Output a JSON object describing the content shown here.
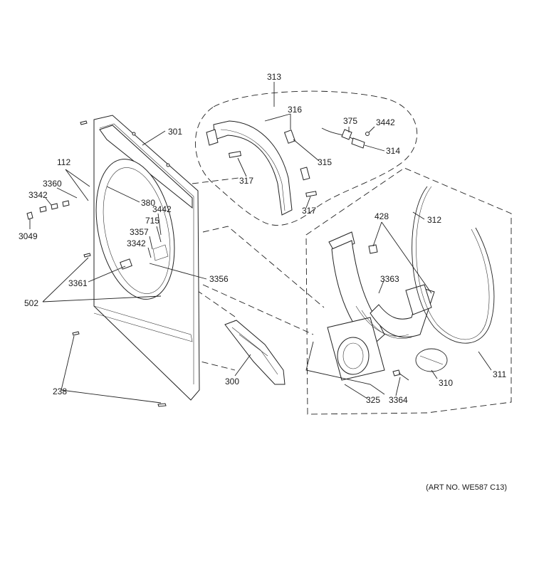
{
  "diagram": {
    "art_number": "(ART NO. WE587 C13)",
    "callouts": {
      "c313": "313",
      "c316": "316",
      "c375": "375",
      "c3442a": "3442",
      "c314": "314",
      "c315": "315",
      "c317a": "317",
      "c317b": "317",
      "c301": "301",
      "c112": "112",
      "c3360": "3360",
      "c3342a": "3342",
      "c3049": "3049",
      "c380": "380",
      "c3442b": "3442",
      "c715": "715",
      "c3357": "3357",
      "c3342b": "3342",
      "c3356": "3356",
      "c3361": "3361",
      "c502": "502",
      "c238": "238",
      "c300": "300",
      "c428": "428",
      "c312": "312",
      "c3363": "3363",
      "c310": "310",
      "c311": "311",
      "c325": "325",
      "c3364": "3364"
    }
  }
}
